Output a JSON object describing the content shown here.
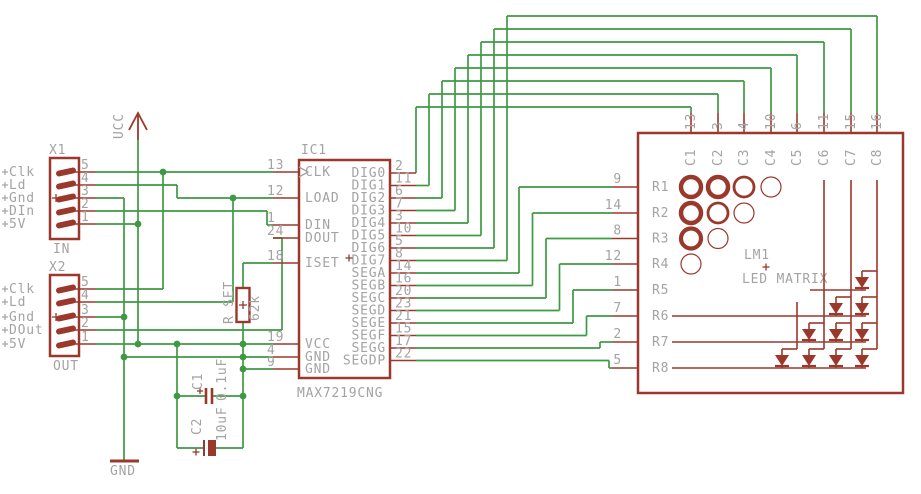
{
  "colors": {
    "symbol": "#9b382c",
    "wire": "#3d9a43",
    "text": "#a3a3a3"
  },
  "connectors": [
    {
      "name": "X1",
      "port_label": "IN",
      "pins": [
        {
          "num": "5",
          "label": "Clk"
        },
        {
          "num": "4",
          "label": "Ld"
        },
        {
          "num": "3",
          "label": "Gnd"
        },
        {
          "num": "2",
          "label": "DIn"
        },
        {
          "num": "1",
          "label": "5V"
        }
      ]
    },
    {
      "name": "X2",
      "port_label": "OUT",
      "pins": [
        {
          "num": "5",
          "label": "Clk"
        },
        {
          "num": "4",
          "label": "Ld"
        },
        {
          "num": "3",
          "label": "Gnd"
        },
        {
          "num": "2",
          "label": "DOut"
        },
        {
          "num": "1",
          "label": "5V"
        }
      ]
    }
  ],
  "power": {
    "vcc_label": "UCC",
    "gnd_label": "GND"
  },
  "ic": {
    "name": "IC1",
    "part": "MAX7219CNG",
    "left_pins": [
      {
        "num": "13",
        "label": "CLK",
        "clock": true
      },
      {
        "num": "12",
        "label": "LOAD"
      },
      {
        "num": "1",
        "label": "DIN"
      },
      {
        "num": "24",
        "label": "DOUT"
      },
      {
        "num": "18",
        "label": "ISET"
      },
      {
        "num": "19",
        "label": "VCC"
      },
      {
        "num": "4",
        "label": "GND"
      },
      {
        "num": "9",
        "label": "GND"
      }
    ],
    "right_pins": [
      {
        "num": "2",
        "label": "DIG0"
      },
      {
        "num": "11",
        "label": "DIG1"
      },
      {
        "num": "6",
        "label": "DIG2"
      },
      {
        "num": "7",
        "label": "DIG3"
      },
      {
        "num": "3",
        "label": "DIG4"
      },
      {
        "num": "10",
        "label": "DIG5"
      },
      {
        "num": "5",
        "label": "DIG6"
      },
      {
        "num": "8",
        "label": "DIG7"
      },
      {
        "num": "14",
        "label": "SEGA"
      },
      {
        "num": "16",
        "label": "SEGB"
      },
      {
        "num": "20",
        "label": "SEGC"
      },
      {
        "num": "23",
        "label": "SEGD"
      },
      {
        "num": "21",
        "label": "SEGE"
      },
      {
        "num": "15",
        "label": "SEGF"
      },
      {
        "num": "17",
        "label": "SEGG"
      },
      {
        "num": "22",
        "label": "SEGDP"
      }
    ]
  },
  "resistor": {
    "name": "R SET",
    "value": "62k"
  },
  "capacitors": [
    {
      "name": "C1",
      "value": "0.1uF"
    },
    {
      "name": "C2",
      "value": "10uF"
    }
  ],
  "matrix": {
    "name": "LM1",
    "part": "LED MATRIX",
    "row_pins": [
      {
        "num": "9",
        "label": "R1"
      },
      {
        "num": "14",
        "label": "R2"
      },
      {
        "num": "8",
        "label": "R3"
      },
      {
        "num": "12",
        "label": "R4"
      },
      {
        "num": "1",
        "label": "R5"
      },
      {
        "num": "7",
        "label": "R6"
      },
      {
        "num": "2",
        "label": "R7"
      },
      {
        "num": "5",
        "label": "R8"
      }
    ],
    "col_pins": [
      {
        "num": "13",
        "label": "C1"
      },
      {
        "num": "3",
        "label": "C2"
      },
      {
        "num": "4",
        "label": "C3"
      },
      {
        "num": "10",
        "label": "C4"
      },
      {
        "num": "6",
        "label": "C5"
      },
      {
        "num": "11",
        "label": "C6"
      },
      {
        "num": "15",
        "label": "C7"
      },
      {
        "num": "16",
        "label": "C8"
      }
    ]
  }
}
